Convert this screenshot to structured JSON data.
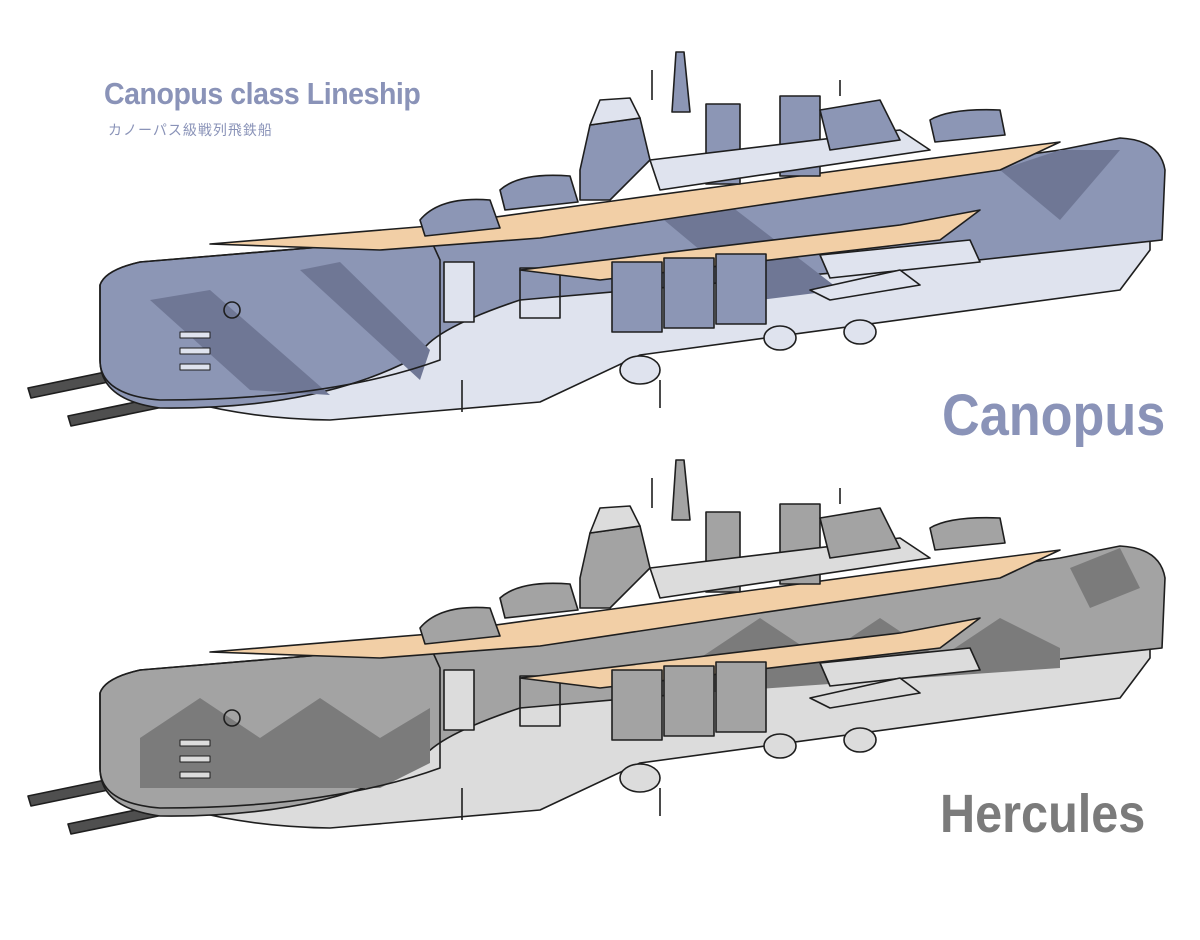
{
  "header": {
    "title": "Canopus class Lineship",
    "subtitle": "カノーパス級戦列飛鉄船"
  },
  "ships": [
    {
      "name": "Canopus"
    },
    {
      "name": "Hercules"
    }
  ],
  "colors": {
    "title": "#8a93b8",
    "canopus_label": "#8a93b8",
    "hercules_label": "#7b7b7b",
    "canopus_hull": "#8c96b5",
    "canopus_hull_dark": "#6f7795",
    "canopus_light": "#dfe3ee",
    "hercules_hull": "#a3a3a3",
    "hercules_hull_dark": "#7b7b7b",
    "hercules_light": "#dcdcdc",
    "deck": "#f2cfa6",
    "outline": "#1e1e1e"
  }
}
